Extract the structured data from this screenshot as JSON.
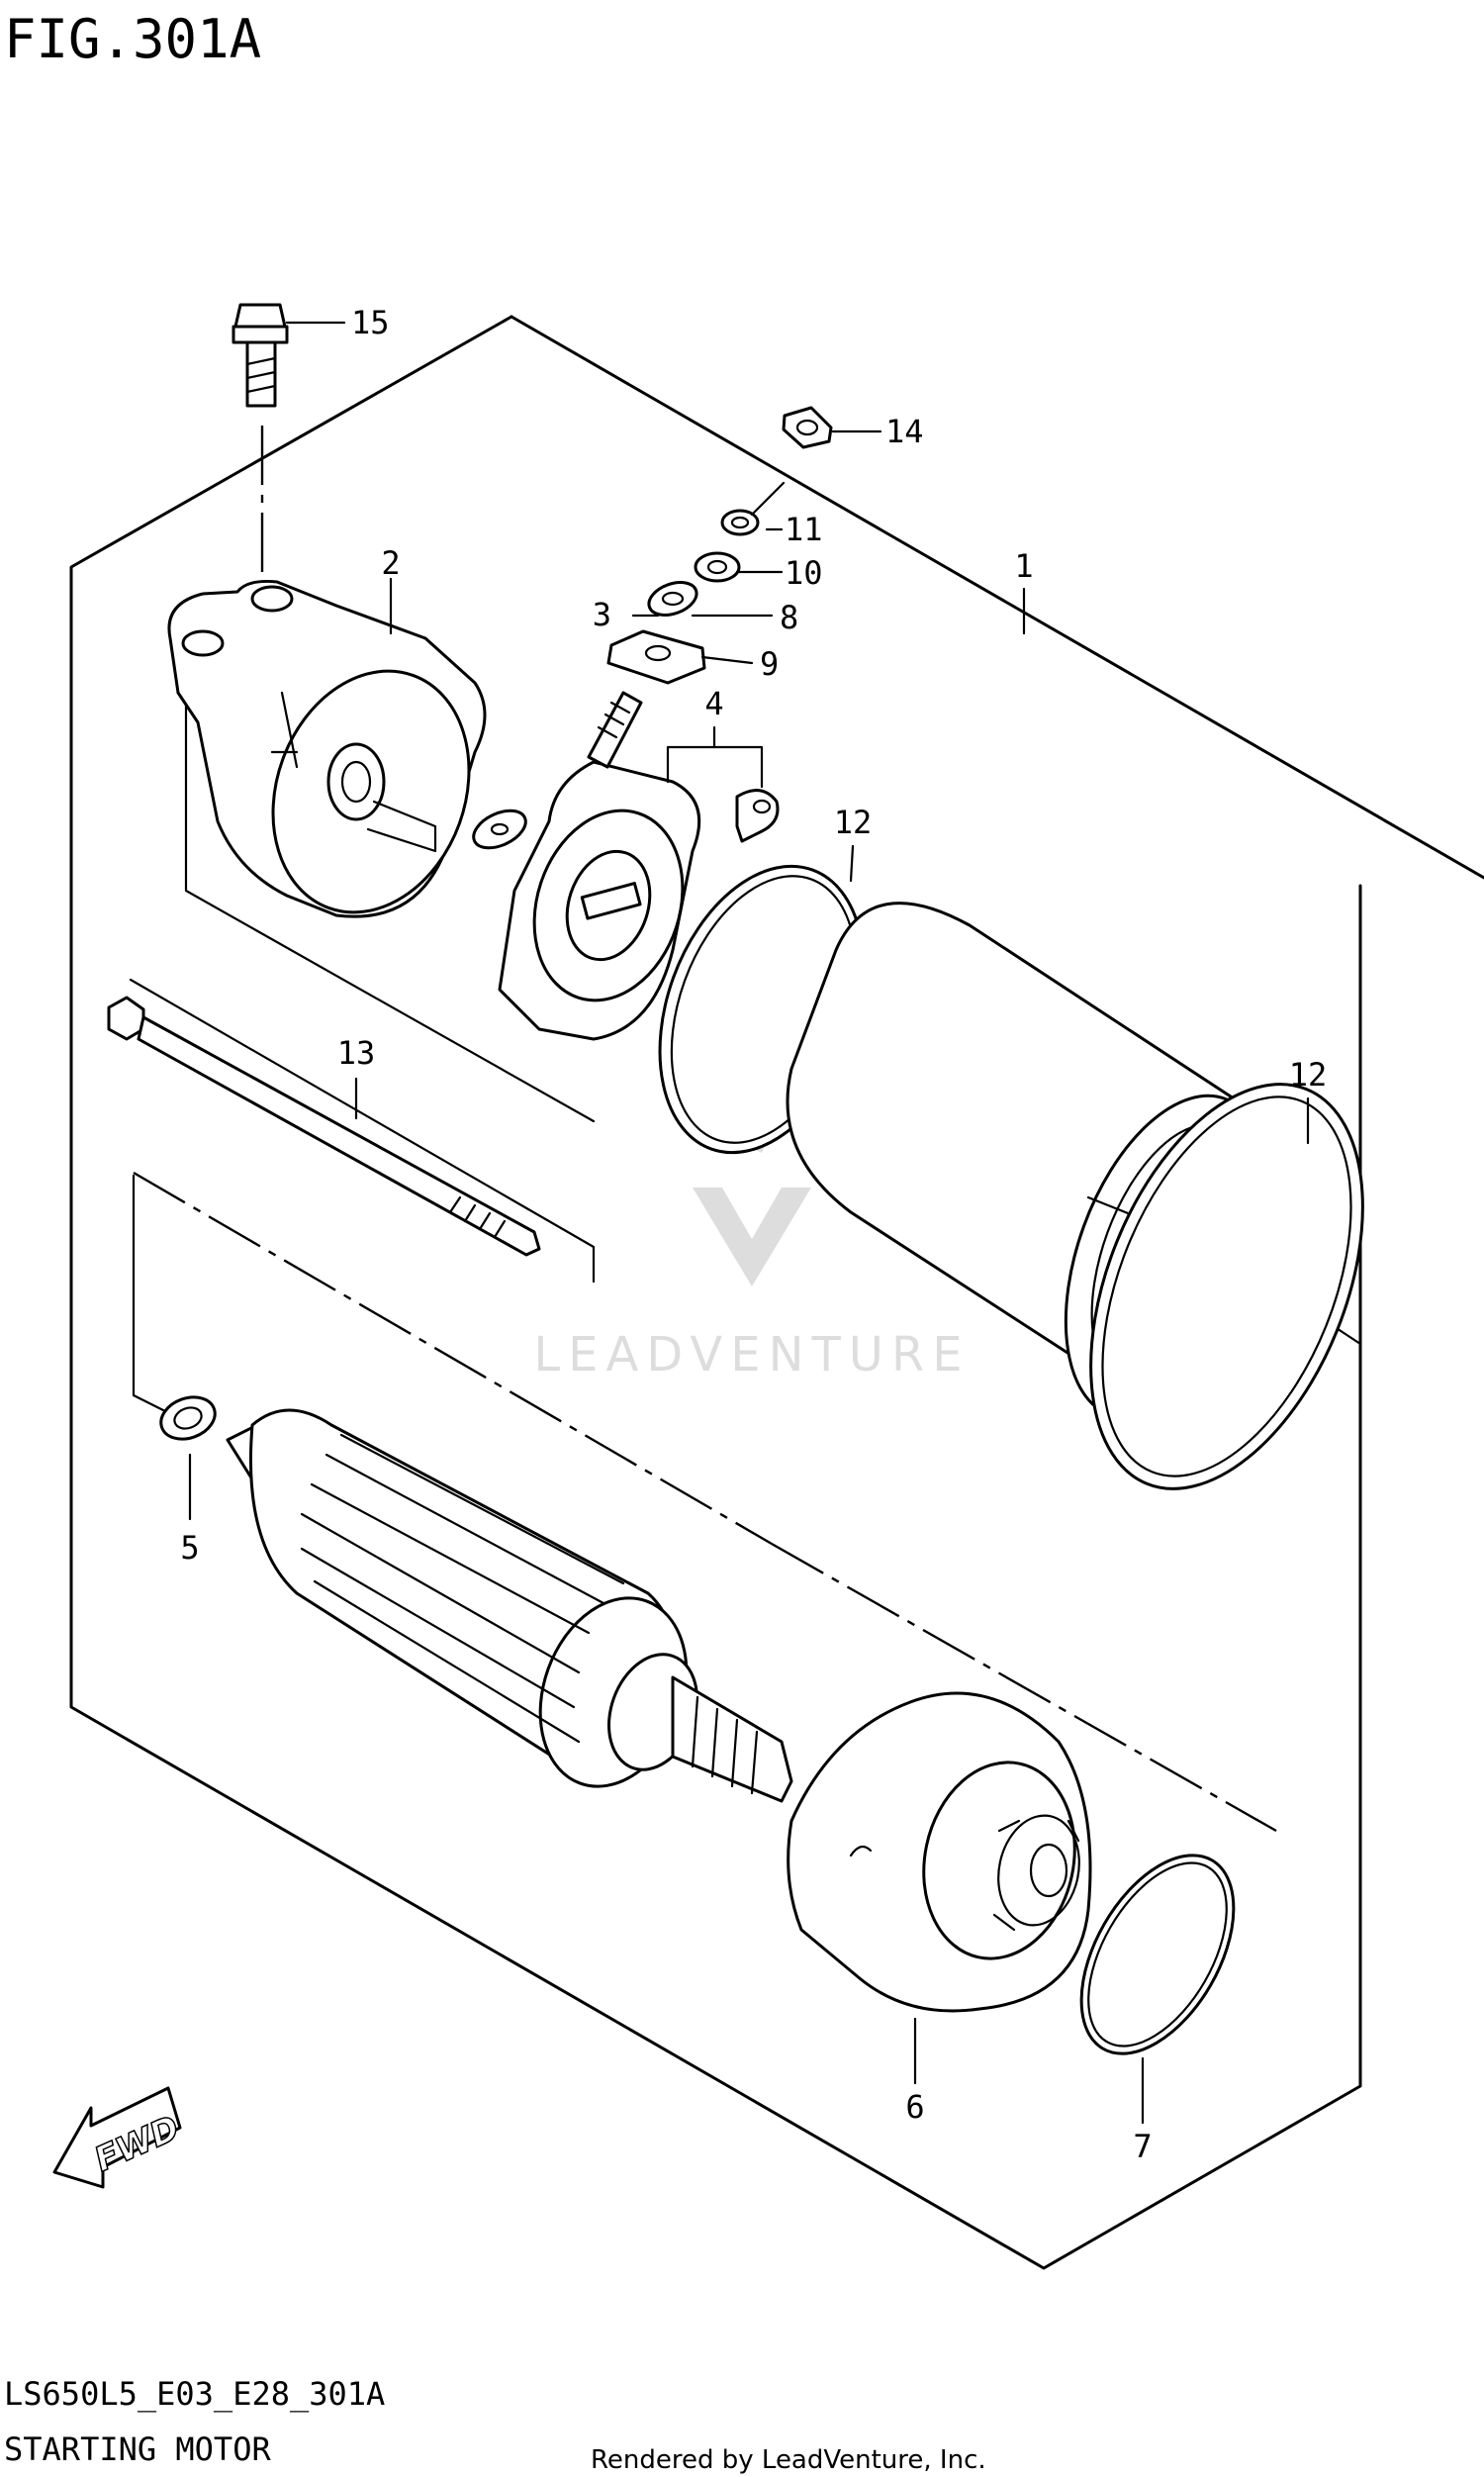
{
  "figure": {
    "number": "FIG.301A",
    "code": "LS650L5_E03_E28_301A",
    "name": "STARTING MOTOR",
    "rendered_by": "Rendered by LeadVenture, Inc."
  },
  "watermark": "LEADVENTURE",
  "fwd_label": "FWD",
  "callouts": {
    "c1": "1",
    "c2": "2",
    "c3": "3",
    "c4": "4",
    "c5": "5",
    "c6": "6",
    "c7": "7",
    "c8": "8",
    "c9": "9",
    "c10": "10",
    "c11": "11",
    "c12a": "12",
    "c12b": "12",
    "c13": "13",
    "c14": "14",
    "c15": "15"
  }
}
